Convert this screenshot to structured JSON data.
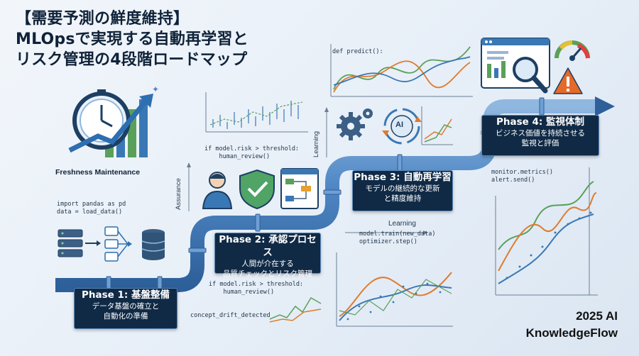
{
  "title": {
    "line1": "【需要予測の鮮度維持】",
    "line2": "MLOpsで実現する自動再学習と",
    "line3": "リスク管理の4段階ロードマップ"
  },
  "freshness_label": "Freshness Maintenance",
  "phases": [
    {
      "title": "Phase 1: 基盤整備",
      "desc1": "データ基盤の確立と",
      "desc2": "自動化の準備"
    },
    {
      "title": "Phase 2: 承認プロセス",
      "desc1": "人間が介在する",
      "desc2": "品質チェックとリスク管理"
    },
    {
      "title": "Phase 3: 自動再学習",
      "desc1": "モデルの継続的な更新",
      "desc2": "と精度維持"
    },
    {
      "title": "Phase 4: 監視体制",
      "desc1": "ビジネス価値を持続させる",
      "desc2": "監視と評価"
    }
  ],
  "code_snippets": {
    "import": "import pandas as pd\ndata = load_data()",
    "risk_top": "if model.risk > threshold:\n    human_review()",
    "risk_bottom": "if model.risk > threshold:\n    human_review()",
    "predict": "def predict():",
    "train": "model.train(new_data)\noptimizer.step()",
    "monitor": "monitor.metrics()\nalert.send()",
    "drift": "concept_drift_detected"
  },
  "labels": {
    "assurance": "Assurance",
    "learning_vertical": "Learning",
    "learning": "Learning",
    "ai": "AI"
  },
  "brand": {
    "line1": "2025 AI",
    "line2": "KnowledgeFlow"
  },
  "colors": {
    "navy": "#102a46",
    "pipe": "#4f87c4",
    "orange": "#e07b2c",
    "green": "#5aa05a",
    "blue": "#3a78b5"
  }
}
